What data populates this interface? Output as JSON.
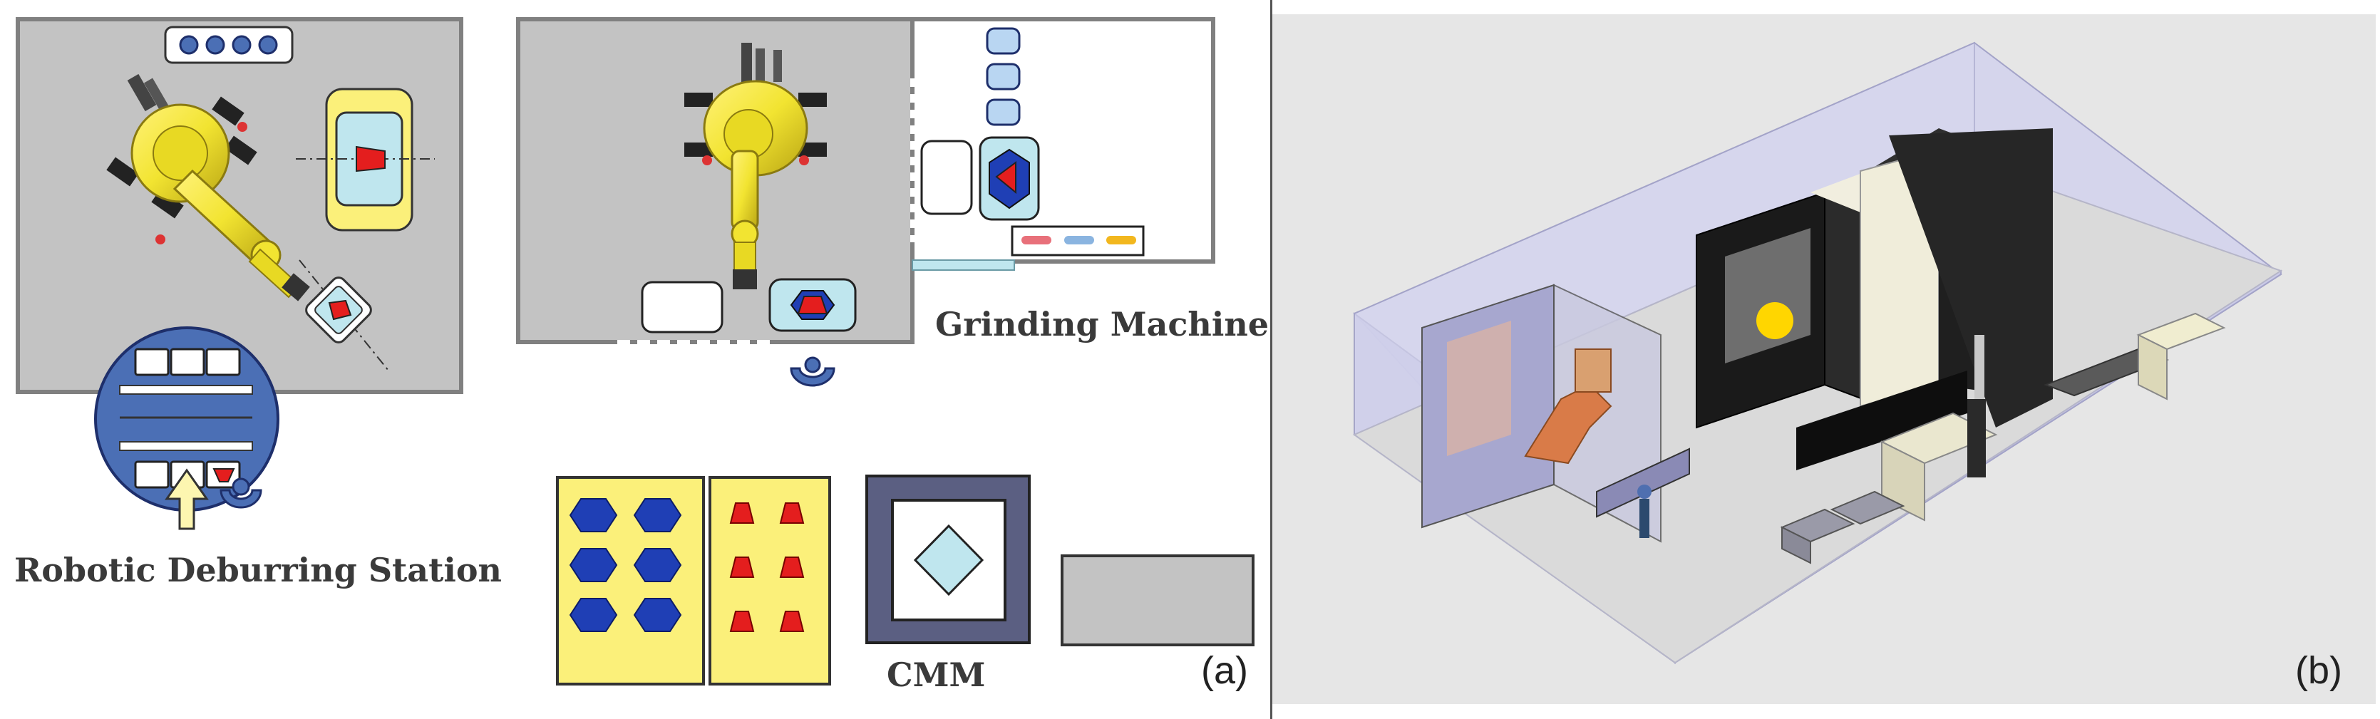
{
  "figure": {
    "panel_a_tag": "(a)",
    "panel_b_tag": "(b)",
    "labels": {
      "deburring_station": "Robotic Deburring Station",
      "grinding_machine": "Grinding Machine",
      "cmm": "CMM"
    }
  },
  "colors": {
    "floor_gray": "#c3c3c3",
    "cell_border": "#808080",
    "robot_yellow": "#f2e431",
    "part_blue": "#1f3fb5",
    "part_red": "#e41e1e",
    "tray_yellow": "#fbf07a",
    "fixture_cyan": "#bfe6ee",
    "cmm_frame": "#5b5f82",
    "room_glass": "#c9c9e6"
  }
}
